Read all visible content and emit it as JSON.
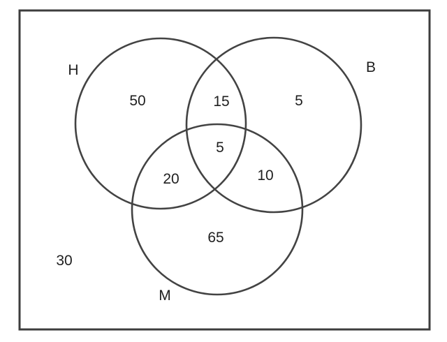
{
  "venn": {
    "set_labels": {
      "h": "H",
      "b": "B",
      "m": "M"
    },
    "regions": {
      "h_only": "50",
      "h_and_b": "15",
      "b_only": "5",
      "h_b_m": "5",
      "h_and_m": "20",
      "b_and_m": "10",
      "m_only": "65",
      "outside": "30"
    },
    "colors": {
      "circle_stroke": "#434343",
      "border_stroke": "#3d3d3d",
      "background": "#ffffff",
      "text": "#1f1f1f"
    }
  }
}
